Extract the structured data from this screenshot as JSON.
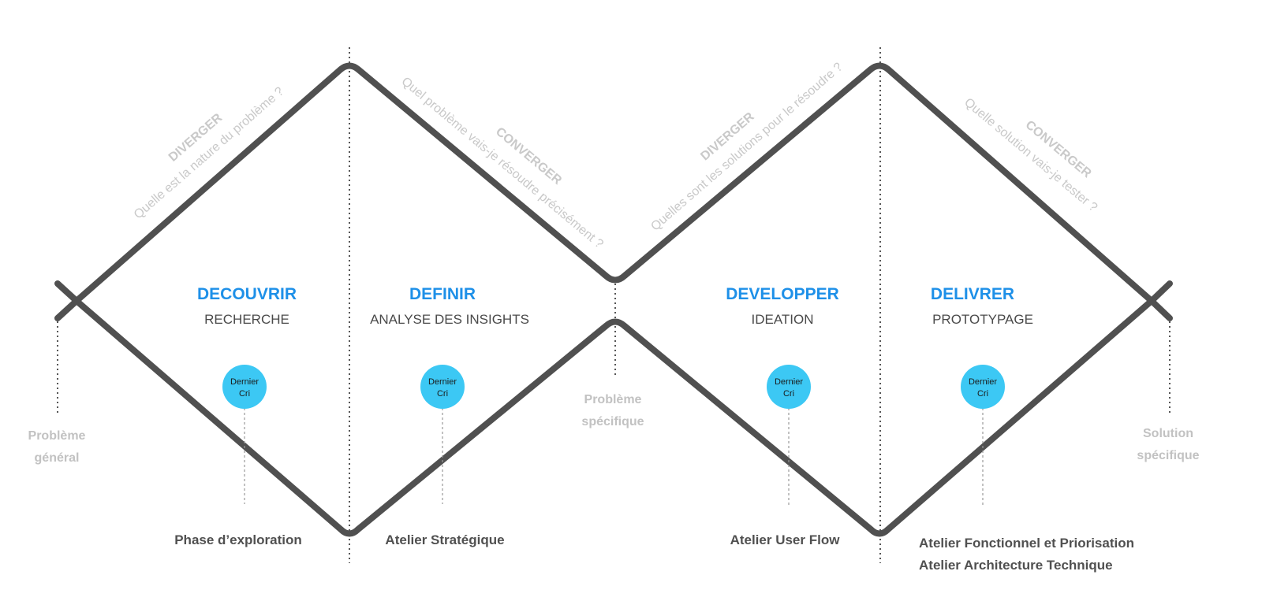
{
  "phases": [
    {
      "title": "DECOUVRIR",
      "subtitle": "RECHERCHE"
    },
    {
      "title": "DEFINIR",
      "subtitle": "ANALYSE DES INSIGHTS"
    },
    {
      "title": "DEVELOPPER",
      "subtitle": "IDEATION"
    },
    {
      "title": "DELIVRER",
      "subtitle": "PROTOTYPAGE"
    }
  ],
  "questions": [
    {
      "mode": "DIVERGER",
      "question": "Quelle est la nature du problème ?"
    },
    {
      "mode": "CONVERGER",
      "question": "Quel  problème vais-je résoudre précisément ?"
    },
    {
      "mode": "DIVERGER",
      "question": "Quelles sont les solutions pour le résoudre ?"
    },
    {
      "mode": "CONVERGER",
      "question": "Quelle solution vais-je tester ?"
    }
  ],
  "endpoints": {
    "start": [
      "Problème",
      "général"
    ],
    "middle": [
      "Problème",
      "spécifique"
    ],
    "end": [
      "Solution",
      "spécifique"
    ]
  },
  "markers": [
    {
      "line1": "Dernier",
      "line2": "Cri"
    },
    {
      "line1": "Dernier",
      "line2": "Cri"
    },
    {
      "line1": "Dernier",
      "line2": "Cri"
    },
    {
      "line1": "Dernier",
      "line2": "Cri"
    }
  ],
  "ateliers": [
    [
      "Phase d’exploration"
    ],
    [
      "Atelier Stratégique"
    ],
    [
      "Atelier User Flow"
    ],
    [
      "Atelier Fonctionnel et Priorisation",
      "Atelier Architecture Technique"
    ]
  ],
  "colors": {
    "diamond_stroke": "#505050",
    "phase_title": "#1e90e8",
    "marker_fill": "#3cc8f4",
    "faded_text": "#c9c9c9"
  }
}
